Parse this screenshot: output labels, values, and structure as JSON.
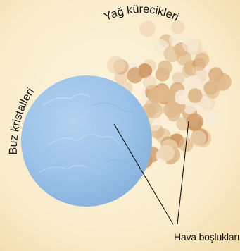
{
  "labels": {
    "fat_globules": "Yağ kürecikleri",
    "ice_crystals": "Buz kristalleri",
    "air_pockets": "Hava boşlukları"
  },
  "colors": {
    "background_light": "#fdf3da",
    "background_warm": "#f4e2b6",
    "ice_sphere": "#93bce3",
    "ice_sphere_light": "#b6d4ef",
    "fat_dark": "#cf9a66",
    "fat_mid": "#dfb98c",
    "fat_light": "#efd6b6",
    "fat_pale": "#f7ead8",
    "leader_line": "#111111"
  }
}
